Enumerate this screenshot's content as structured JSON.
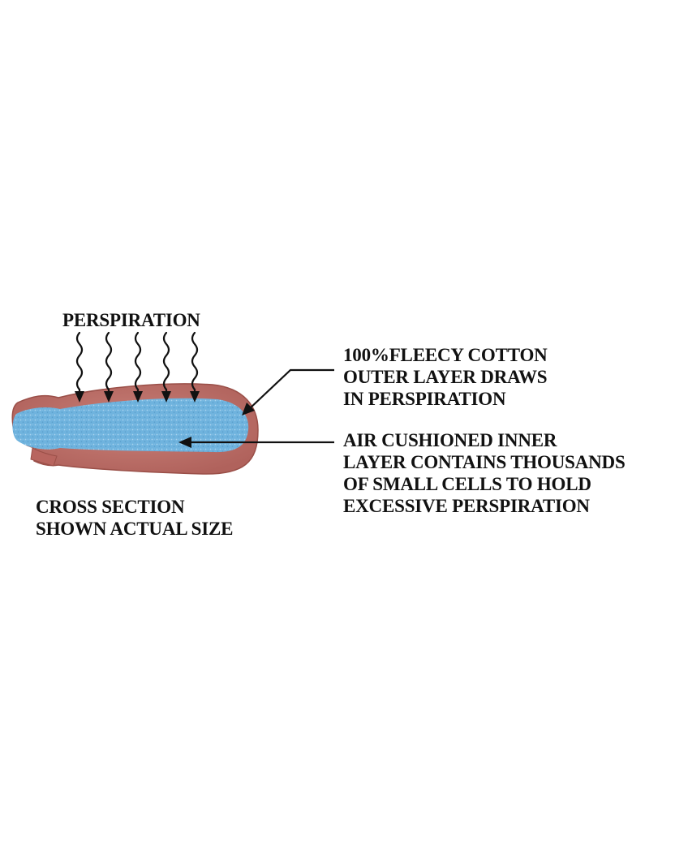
{
  "diagram": {
    "perspiration_label": "PERSPIRATION",
    "outer_layer_callout": {
      "lines": [
        "100%FLEECY COTTON",
        "OUTER LAYER DRAWS",
        "IN PERSPIRATION"
      ]
    },
    "inner_layer_callout": {
      "lines": [
        "AIR CUSHIONED INNER",
        "LAYER CONTAINS THOUSANDS",
        "OF SMALL CELLS TO HOLD",
        "EXCESSIVE PERSPIRATION"
      ]
    },
    "caption": {
      "lines": [
        "CROSS SECTION",
        "SHOWN ACTUAL SIZE"
      ]
    }
  },
  "colors": {
    "outer_layer": "#c0706a",
    "outer_layer_edge": "#9a4f48",
    "inner_layer": "#6fb3de",
    "inner_layer_dots": "#a9d3ef",
    "arrows": "#111111",
    "text": "#111111"
  }
}
